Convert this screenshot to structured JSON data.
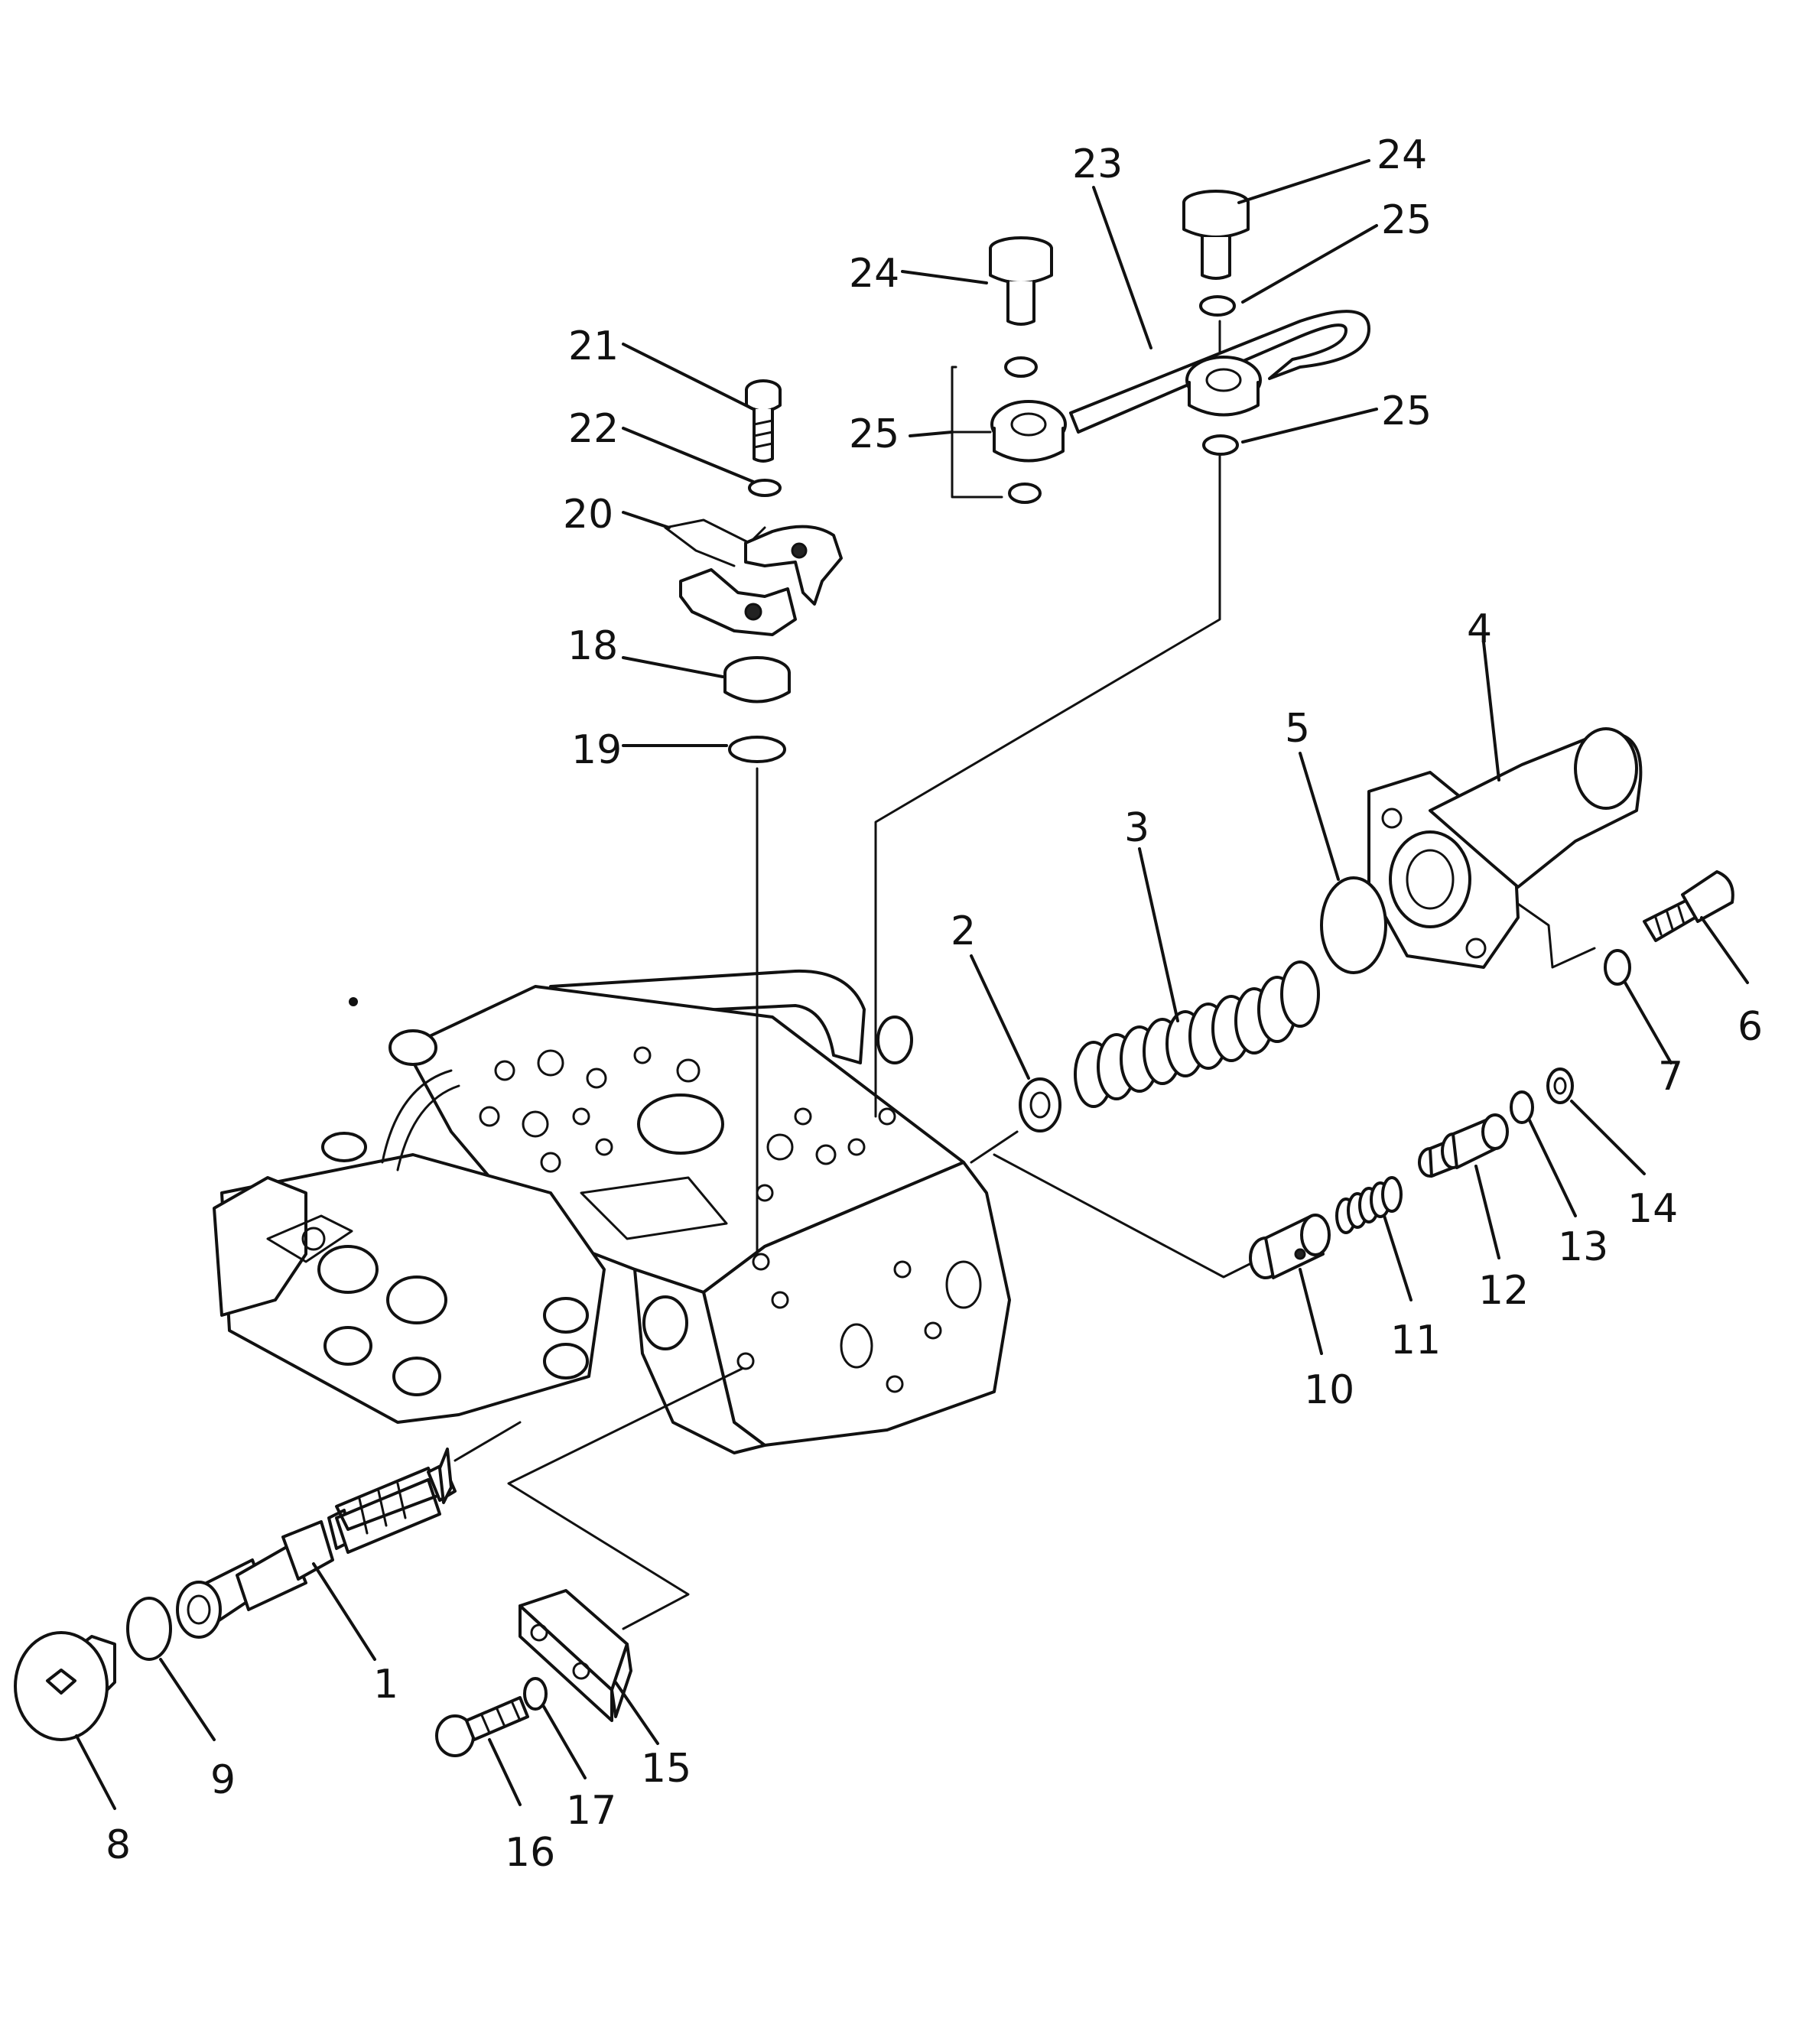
{
  "colors": {
    "background": "#ffffff",
    "ink": "#111111"
  },
  "callouts": [
    {
      "id": "1",
      "text": "1"
    },
    {
      "id": "2",
      "text": "2"
    },
    {
      "id": "3",
      "text": "3"
    },
    {
      "id": "4",
      "text": "4"
    },
    {
      "id": "5",
      "text": "5"
    },
    {
      "id": "6",
      "text": "6"
    },
    {
      "id": "7",
      "text": "7"
    },
    {
      "id": "8",
      "text": "8"
    },
    {
      "id": "9",
      "text": "9"
    },
    {
      "id": "10",
      "text": "10"
    },
    {
      "id": "11",
      "text": "11"
    },
    {
      "id": "12",
      "text": "12"
    },
    {
      "id": "13",
      "text": "13"
    },
    {
      "id": "14",
      "text": "14"
    },
    {
      "id": "15",
      "text": "15"
    },
    {
      "id": "16",
      "text": "16"
    },
    {
      "id": "17",
      "text": "17"
    },
    {
      "id": "18",
      "text": "18"
    },
    {
      "id": "19",
      "text": "19"
    },
    {
      "id": "20",
      "text": "20"
    },
    {
      "id": "21",
      "text": "21"
    },
    {
      "id": "22",
      "text": "22"
    },
    {
      "id": "23",
      "text": "23"
    },
    {
      "id": "24a",
      "text": "24"
    },
    {
      "id": "24b",
      "text": "24"
    },
    {
      "id": "25a",
      "text": "25"
    },
    {
      "id": "25b",
      "text": "25"
    },
    {
      "id": "25c",
      "text": "25"
    }
  ]
}
